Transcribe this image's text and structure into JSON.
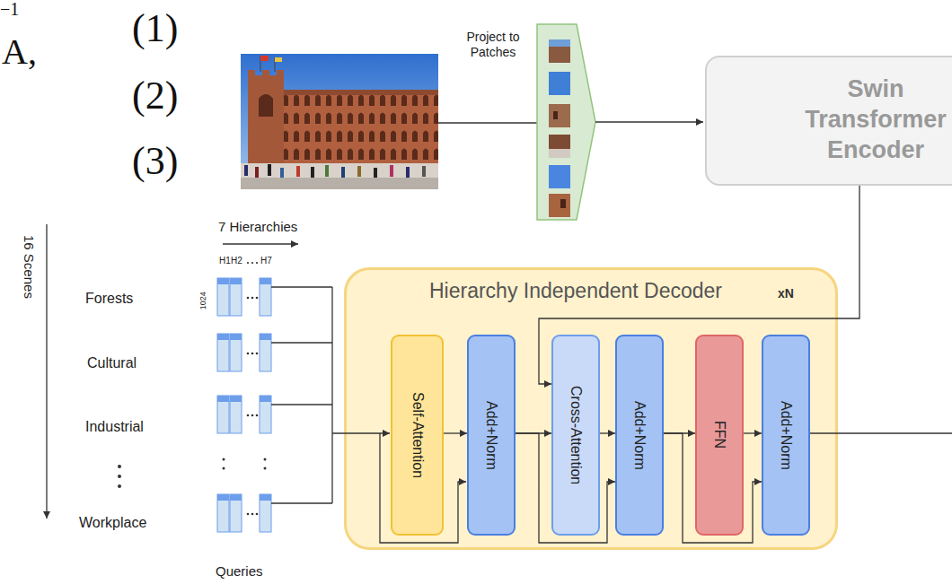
{
  "diagram": {
    "nodes": [
      {
        "text": [
          "Swin Transformer Encoder"
        ]
      },
      {
        "text": [
          "Hierarchy Independent Decoder",
          "xN"
        ]
      },
      {
        "text": [
          "Self-Attention"
        ],
        "in": 1
      },
      {
        "text": [
          "Add+Norm"
        ],
        "in": 1
      },
      {
        "text": [
          "Cross-Attention"
        ],
        "in": 1
      },
      {
        "text": [
          "Add+Norm"
        ],
        "in": 1
      },
      {
        "text": [
          "FFN"
        ],
        "in": 1
      },
      {
        "text": [
          "Add+Norm"
        ],
        "in": 1
      }
    ],
    "edges": [
      {
        "from": 0,
        "to": 4,
        "arrow": "to"
      },
      {
        "from": 2,
        "to": 3,
        "arrow": "to"
      },
      {
        "from": 3,
        "to": 4,
        "arrow": "to"
      },
      {
        "from": 3,
        "to": 5,
        "arrow": "to"
      },
      {
        "from": 4,
        "to": 5,
        "arrow": "to"
      },
      {
        "from": 5,
        "to": 6,
        "arrow": "to"
      },
      {
        "from": 5,
        "to": 7,
        "arrow": "to"
      },
      {
        "from": 6,
        "to": 7,
        "arrow": "to"
      }
    ],
    "labels": [
      "−1",
      "A,",
      "(1)",
      "(2)",
      "(3)",
      "Project to Patches",
      "7 Hierarchies",
      "H1",
      "H2",
      "H7",
      "1024",
      "16 Scenes",
      "Forests",
      "Cultural",
      "Industrial",
      "Workplace",
      "Queries"
    ]
  }
}
